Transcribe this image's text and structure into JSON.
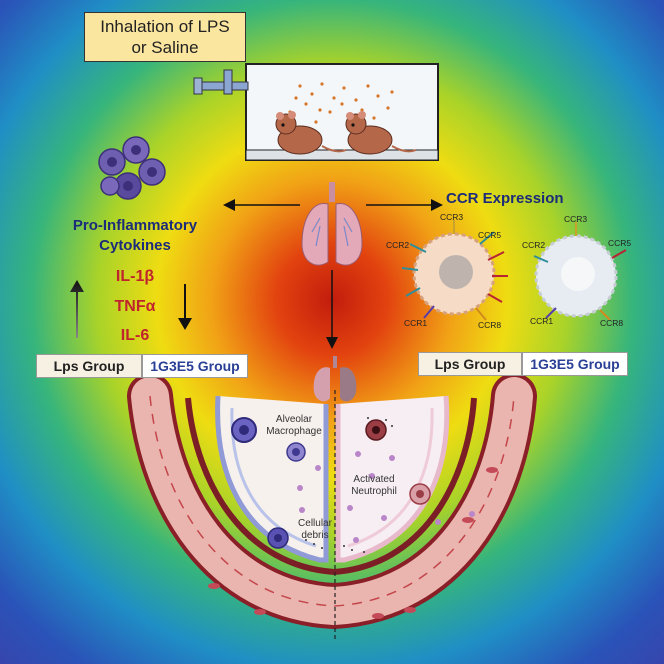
{
  "header": {
    "line1": "Inhalation of LPS",
    "line2": "or Saline"
  },
  "left_panel": {
    "title_line1": "Pro-Inflammatory",
    "title_line2": "Cytokines",
    "cytokines": [
      "IL-1β",
      "TNFα",
      "IL-6"
    ],
    "groups": [
      "Lps Group",
      "1G3E5 Group"
    ]
  },
  "right_panel": {
    "title": "CCR Expression",
    "receptors_left": [
      "CCR3",
      "CCR5",
      "CCR2",
      "CCR1",
      "CCR8"
    ],
    "receptors_right": [
      "CCR3",
      "CCR2",
      "CCR5",
      "CCR1",
      "CCR8"
    ],
    "groups": [
      "Lps Group",
      "1G3E5 Group"
    ]
  },
  "vessel_labels": {
    "macrophage_1": "Alveolar",
    "macrophage_2": "Macrophage",
    "neutrophil_1": "Activated",
    "neutrophil_2": "Neutrophil",
    "debris_1": "Cellular",
    "debris_2": "debris"
  },
  "colors": {
    "title_box": "#fbe6a0",
    "title_text": "#1c2b7a",
    "cytokine_text": "#c0242c",
    "vessel": "#b5303a",
    "group_blue": "#2a3f96"
  }
}
